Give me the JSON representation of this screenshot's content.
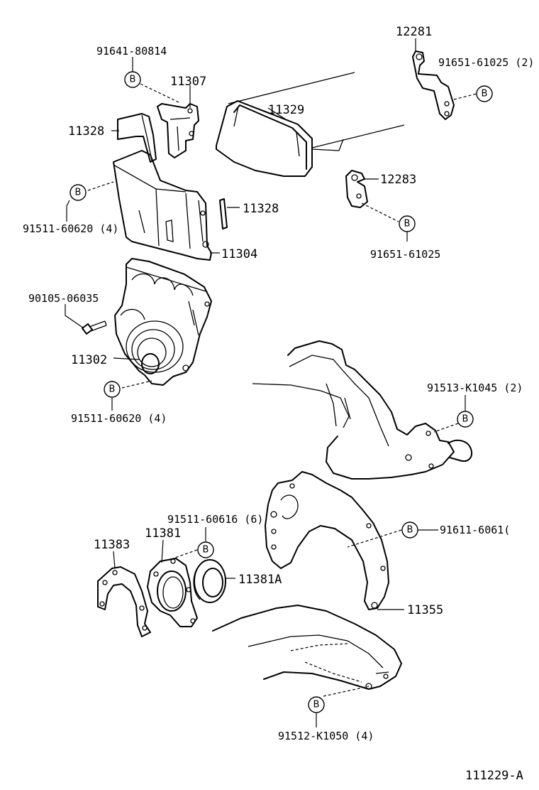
{
  "labels": {
    "p91641_80814": "91641-80814",
    "p11307": "11307",
    "p11328a": "11328",
    "p11329": "11329",
    "p12281": "12281",
    "p91651_61025_2": "91651-61025 (2)",
    "p12283": "12283",
    "p11328b": "11328",
    "p91511_60620_4a": "91511-60620 (4)",
    "p11304": "11304",
    "p91651_61025": "91651-61025",
    "p90105_06035": "90105-06035",
    "p11302": "11302",
    "p91511_60620_4b": "91511-60620 (4)",
    "p91513_k1045_2": "91513-K1045 (2)",
    "p91511_60616_6": "91511-60616 (6)",
    "p11381": "11381",
    "p11383": "11383",
    "p11381a": "11381A",
    "p91611_60610": "91611-6061(",
    "p11355": "11355",
    "p91512_k1050_4": "91512-K1050 (4)",
    "figure_id": "111229-A"
  },
  "badge_letter": "B"
}
